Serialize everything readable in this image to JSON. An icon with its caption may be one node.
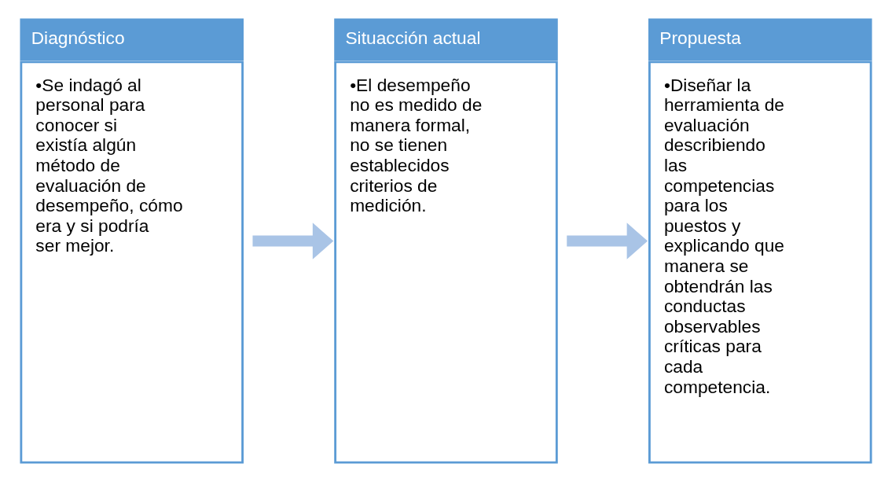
{
  "diagram": {
    "nodes": [
      {
        "text": [
          "Diagnóstico",
          "•Se indagó al personal para conocer si existía algún método de evaluación de desempeño, cómo era y si podría ser mejor."
        ]
      },
      {
        "text": [
          "Situacción actual",
          "•El desempeño no es medido de manera formal, no se tienen establecidos criterios de medición."
        ]
      },
      {
        "text": [
          "Propuesta",
          "•Diseñar la herramienta de evaluación describiendo las competencias para los puestos y explicando que manera se obtendrán las conductas observables críticas para cada competencia."
        ]
      }
    ],
    "edges": [
      {
        "from": 0,
        "to": 1,
        "arrow": "to"
      },
      {
        "from": 1,
        "to": 2,
        "arrow": "to"
      }
    ]
  }
}
